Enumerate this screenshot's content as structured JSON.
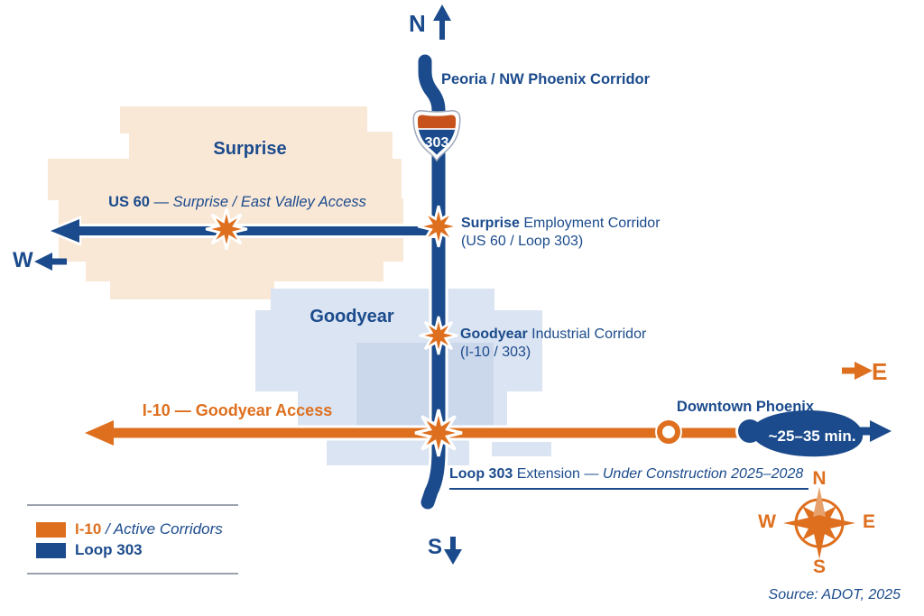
{
  "compass_edges": {
    "north": "N",
    "south": "S",
    "west": "W",
    "east": "E"
  },
  "corridor_top": {
    "label": "Peoria / NW Phoenix Corridor"
  },
  "shield": {
    "number": "303"
  },
  "regions": {
    "surprise": {
      "name": "Surprise"
    },
    "goodyear": {
      "name": "Goodyear"
    }
  },
  "us60": {
    "bold": "US 60",
    "rest": "— Surprise / East Valley Access"
  },
  "surprise_corridor": {
    "bold": "Surprise",
    "rest": "Employment Corridor",
    "line2": "(US 60 / Loop 303)"
  },
  "goodyear_corridor": {
    "bold": "Goodyear",
    "rest": "Industrial Corridor",
    "line2": "(I-10 / 303)"
  },
  "i10": {
    "label": "I-10 — Goodyear Access"
  },
  "downtown": {
    "label": "Downtown Phoenix",
    "travel_time": "~25–35 min."
  },
  "extension": {
    "bold": "Loop 303",
    "mid": "Extension —",
    "italic": "Under Construction 2025–2028"
  },
  "legend": {
    "items": [
      {
        "bold": "I-10",
        "rest": "/ Active Corridors",
        "color": "#de6f1e"
      },
      {
        "bold": "Loop 303",
        "rest": "",
        "color": "#1b4b8c"
      }
    ]
  },
  "compass_rose": {
    "n": "N",
    "e": "E",
    "s": "S",
    "w": "W"
  },
  "source": "Source: ADOT, 2025",
  "colors": {
    "navy": "#1b4b8c",
    "orange": "#de6f1e",
    "surprise_fill": "#fae8d7",
    "goodyear_fill": "#dbe4f2",
    "goodyear_fill_dark": "#cbd8ec",
    "shield_red": "#c8521c"
  }
}
